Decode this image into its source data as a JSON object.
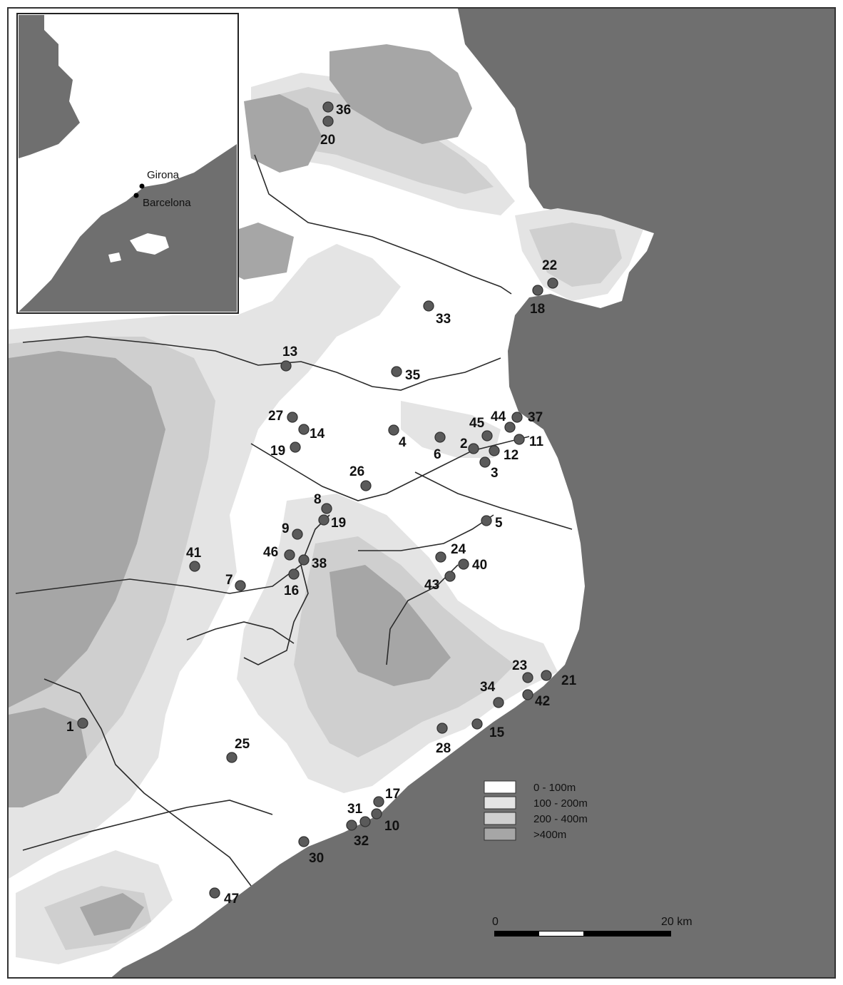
{
  "inset": {
    "cities": [
      {
        "name": "Girona"
      },
      {
        "name": "Barcelona"
      }
    ]
  },
  "legend": {
    "items": [
      {
        "label": "0 - 100m",
        "color": "#ffffff"
      },
      {
        "label": "100 - 200m",
        "color": "#e4e4e4"
      },
      {
        "label": "200 - 400m",
        "color": "#cfcfcf"
      },
      {
        "label": ">400m",
        "color": "#a6a6a6"
      }
    ]
  },
  "scale_bar": {
    "start_label": "0",
    "end_label": "20 km"
  },
  "colors": {
    "sea": "#6f6f6f",
    "site_marker": "#5a5a5a"
  },
  "sites": [
    {
      "id": "site-36",
      "label": "36"
    },
    {
      "id": "site-20a",
      "label": "20"
    },
    {
      "id": "site-22",
      "label": "22"
    },
    {
      "id": "site-18",
      "label": "18"
    },
    {
      "id": "site-33",
      "label": "33"
    },
    {
      "id": "site-13",
      "label": "13"
    },
    {
      "id": "site-35",
      "label": "35"
    },
    {
      "id": "site-27",
      "label": "27"
    },
    {
      "id": "site-14",
      "label": "14"
    },
    {
      "id": "site-19a",
      "label": "19"
    },
    {
      "id": "site-4",
      "label": "4"
    },
    {
      "id": "site-6",
      "label": "6"
    },
    {
      "id": "site-2",
      "label": "2"
    },
    {
      "id": "site-45",
      "label": "45"
    },
    {
      "id": "site-44",
      "label": "44"
    },
    {
      "id": "site-37",
      "label": "37"
    },
    {
      "id": "site-11",
      "label": "11"
    },
    {
      "id": "site-12",
      "label": "12"
    },
    {
      "id": "site-3",
      "label": "3"
    },
    {
      "id": "site-26",
      "label": "26"
    },
    {
      "id": "site-8",
      "label": "8"
    },
    {
      "id": "site-19b",
      "label": "19"
    },
    {
      "id": "site-9",
      "label": "9"
    },
    {
      "id": "site-5",
      "label": "5"
    },
    {
      "id": "site-46",
      "label": "46"
    },
    {
      "id": "site-38",
      "label": "38"
    },
    {
      "id": "site-16",
      "label": "16"
    },
    {
      "id": "site-41",
      "label": "41"
    },
    {
      "id": "site-7",
      "label": "7"
    },
    {
      "id": "site-24",
      "label": "24"
    },
    {
      "id": "site-40",
      "label": "40"
    },
    {
      "id": "site-43",
      "label": "43"
    },
    {
      "id": "site-23",
      "label": "23"
    },
    {
      "id": "site-21",
      "label": "21"
    },
    {
      "id": "site-42",
      "label": "42"
    },
    {
      "id": "site-34",
      "label": "34"
    },
    {
      "id": "site-15",
      "label": "15"
    },
    {
      "id": "site-28",
      "label": "28"
    },
    {
      "id": "site-1",
      "label": "1"
    },
    {
      "id": "site-25",
      "label": "25"
    },
    {
      "id": "site-17",
      "label": "17"
    },
    {
      "id": "site-31",
      "label": "31"
    },
    {
      "id": "site-10",
      "label": "10"
    },
    {
      "id": "site-32",
      "label": "32"
    },
    {
      "id": "site-30",
      "label": "30"
    },
    {
      "id": "site-47",
      "label": "47"
    }
  ]
}
